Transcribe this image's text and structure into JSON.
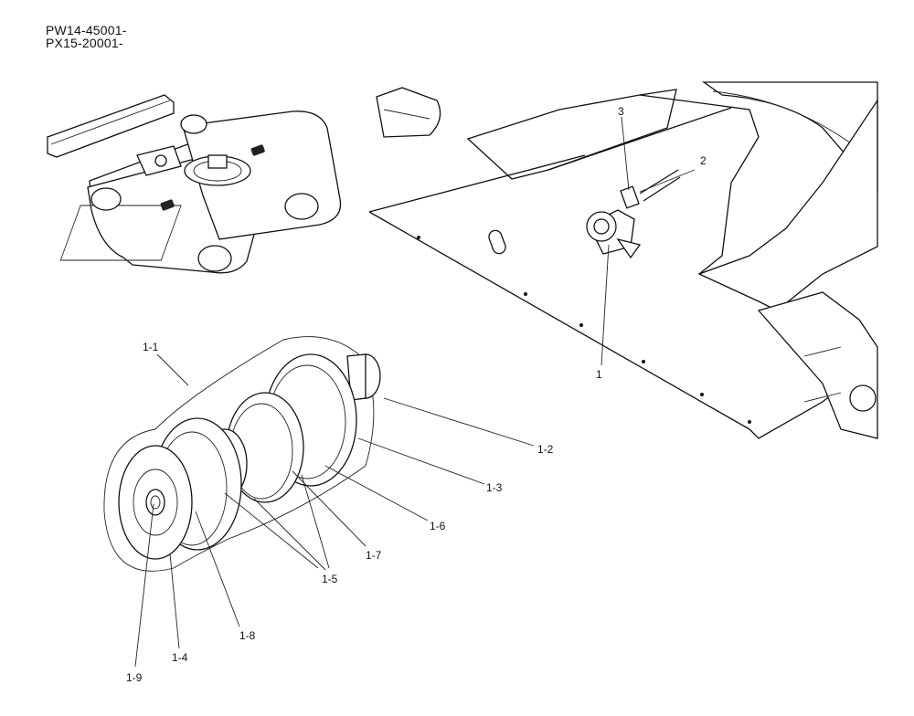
{
  "header": {
    "serials": [
      "PW14-45001-",
      "PX15-20001-"
    ]
  },
  "callouts": {
    "c1": "1",
    "c2": "2",
    "c3": "3",
    "c1_1": "1-1",
    "c1_2": "1-2",
    "c1_3": "1-3",
    "c1_4": "1-4",
    "c1_5": "1-5",
    "c1_6": "1-6",
    "c1_7": "1-7",
    "c1_8": "1-8",
    "c1_9": "1-9"
  },
  "colors": {
    "ink": "#111111",
    "paper": "#ffffff"
  }
}
